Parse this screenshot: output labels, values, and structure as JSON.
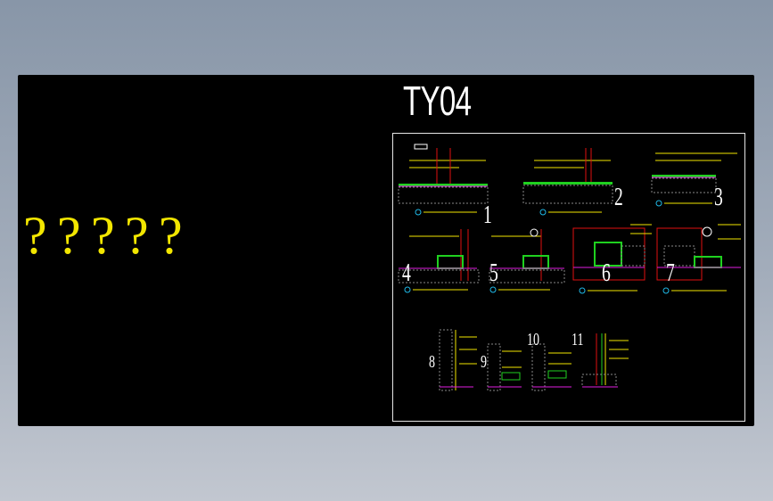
{
  "drawing": {
    "title": "TY04",
    "detail_numbers": [
      "1",
      "2",
      "3",
      "4",
      "5",
      "6",
      "7",
      "8",
      "9",
      "10",
      "11"
    ],
    "missing_glyphs": [
      "?",
      "?",
      "?",
      "?",
      "?"
    ]
  },
  "colors": {
    "background": "#000000",
    "title": "#ffffff",
    "glyph": "#f2e600",
    "frame": "#e6e6e6",
    "line_yellow": "#f2e600",
    "line_red": "#e01010",
    "line_green": "#1fd11f",
    "line_magenta": "#e01ee0",
    "line_cyan": "#1fb8e6",
    "line_white": "#ffffff"
  }
}
